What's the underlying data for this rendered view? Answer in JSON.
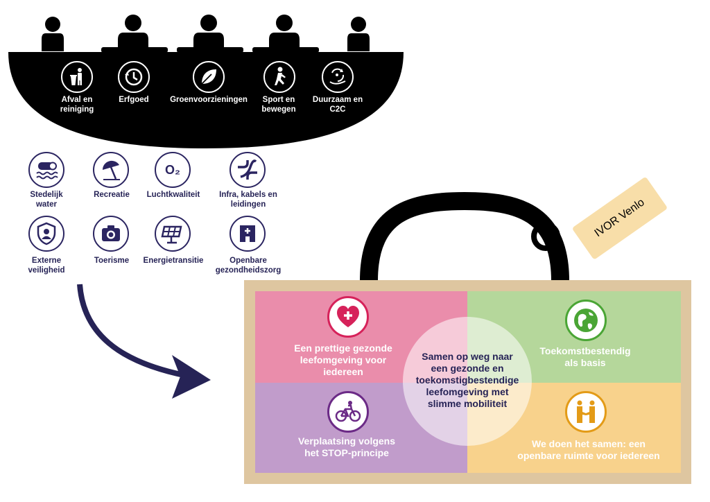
{
  "table_themes": [
    {
      "label": "Afval en\nreiniging",
      "icon": "waste-bin-person-icon"
    },
    {
      "label": "Erfgoed",
      "icon": "heritage-clock-icon"
    },
    {
      "label": "Groenvoorzieningen",
      "icon": "leaf-icon"
    },
    {
      "label": "Sport en\nbewegen",
      "icon": "running-person-icon"
    },
    {
      "label": "Duurzaam en\nC2C",
      "icon": "recycle-hand-icon"
    }
  ],
  "grid_themes": [
    {
      "label": "Stedelijk\nwater",
      "icon": "water-waves-icon"
    },
    {
      "label": "Recreatie",
      "icon": "beach-umbrella-icon"
    },
    {
      "label": "Luchtkwaliteit",
      "icon": "o2-icon",
      "glyph": "O₂"
    },
    {
      "label": "Infra, kabels en\nleidingen",
      "icon": "pipes-icon"
    },
    {
      "label": "Externe\nveiligheid",
      "icon": "shield-person-icon"
    },
    {
      "label": "Toerisme",
      "icon": "camera-icon"
    },
    {
      "label": "Energietransitie",
      "icon": "solar-panel-icon"
    },
    {
      "label": "Openbare\ngezondheidszorg",
      "icon": "hospital-icon"
    }
  ],
  "tag": {
    "text": "IVOR Venlo"
  },
  "quadrants": {
    "top_left": {
      "label": "Een prettige gezonde\nleefomgeving voor\niedereen",
      "icon": "heart-plus-icon",
      "color": "#ea8dab"
    },
    "top_right": {
      "label": "Toekomstbestendig\nals basis",
      "icon": "globe-icon",
      "color": "#b5d79b"
    },
    "bottom_left": {
      "label": "Verplaatsing volgens\nhet STOP-principe",
      "icon": "bicycle-icon",
      "color": "#c19ccb"
    },
    "bottom_right": {
      "label": "We doen het samen: een\nopenbare ruimte voor iedereen",
      "icon": "handshake-icon",
      "color": "#f8d28c"
    }
  },
  "center_text": "Samen op weg naar\neen gezonde en\ntoekomstigbestendige\nleefomgeving met\nslimme mobiliteit",
  "colors": {
    "navy": "#262356",
    "suitcase_frame": "#dec6a0",
    "tag": "#f8dea9",
    "heart": "#d6225a",
    "globe": "#4aa535",
    "bike": "#6b2a86",
    "hands": "#e39b17"
  }
}
